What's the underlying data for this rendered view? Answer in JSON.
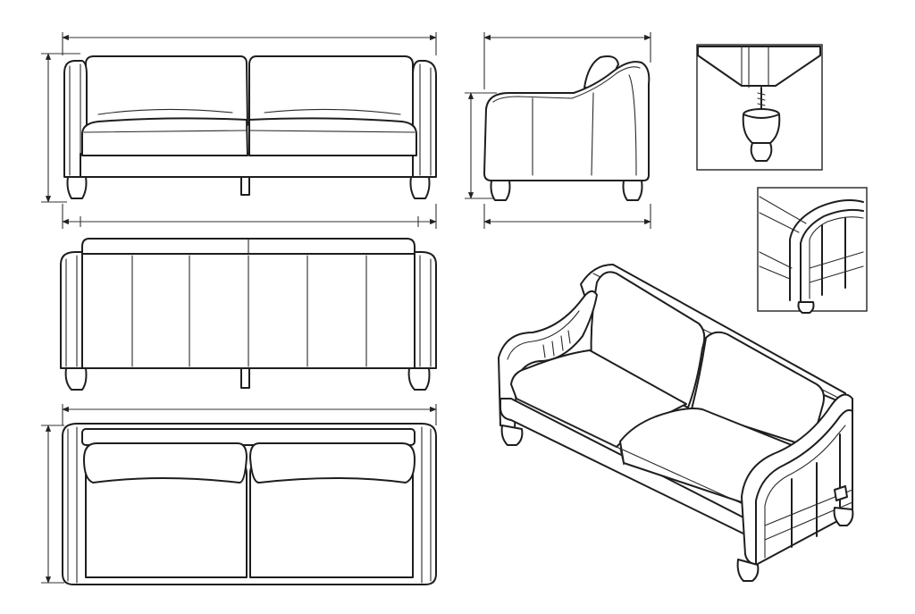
{
  "sheet": {
    "views": [
      "front-view",
      "side-view",
      "back-view",
      "top-view",
      "isometric-view",
      "leg-detail",
      "frame-detail"
    ]
  },
  "colors": {
    "ink": "#1e1e1e",
    "paper": "#ffffff"
  }
}
